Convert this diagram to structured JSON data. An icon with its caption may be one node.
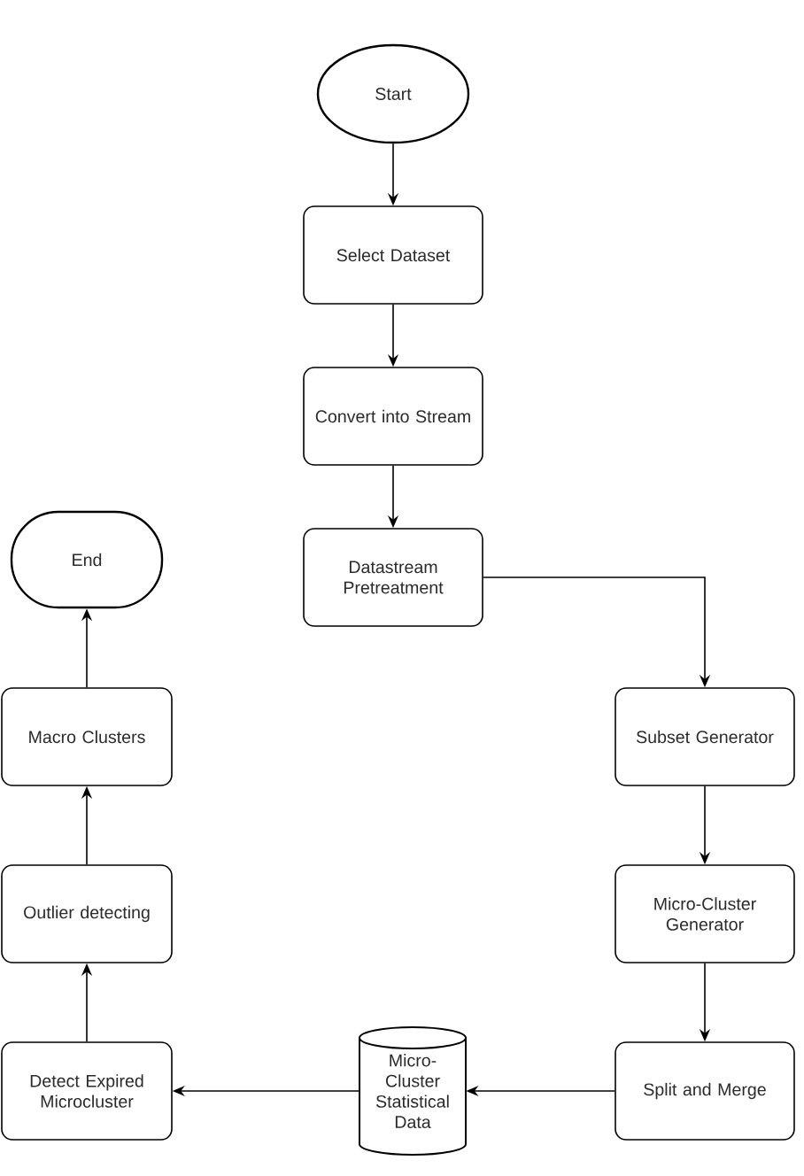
{
  "diagram": {
    "nodes": [
      {
        "text": [
          "Start"
        ]
      },
      {
        "text": [
          "Select Dataset"
        ]
      },
      {
        "text": [
          "Convert into Stream"
        ]
      },
      {
        "text": [
          "Datastream Pretreatment"
        ]
      },
      {
        "text": [
          "Subset Generator"
        ]
      },
      {
        "text": [
          "Micro-Cluster Generator"
        ]
      },
      {
        "text": [
          "Split and Merge"
        ]
      },
      {
        "text": [
          "Micro- Cluster Statistical Data"
        ]
      },
      {
        "text": [
          "Detect Expired Microcluster"
        ]
      },
      {
        "text": [
          "Outlier detecting"
        ]
      },
      {
        "text": [
          "Macro Clusters"
        ]
      },
      {
        "text": [
          "End"
        ]
      }
    ],
    "edges": [
      {
        "from": 0,
        "to": 1,
        "arrow": "to"
      },
      {
        "from": 1,
        "to": 2,
        "arrow": "to"
      },
      {
        "from": 2,
        "to": 3,
        "arrow": "to"
      },
      {
        "from": 3,
        "to": 4,
        "arrow": "to"
      },
      {
        "from": 4,
        "to": 5,
        "arrow": "to"
      },
      {
        "from": 5,
        "to": 6,
        "arrow": "to"
      },
      {
        "from": 6,
        "to": 7,
        "arrow": "to"
      },
      {
        "from": 7,
        "to": 8,
        "arrow": "to"
      },
      {
        "from": 8,
        "to": 9,
        "arrow": "to"
      },
      {
        "from": 9,
        "to": 10,
        "arrow": "to"
      },
      {
        "from": 10,
        "to": 11,
        "arrow": "to"
      }
    ]
  }
}
